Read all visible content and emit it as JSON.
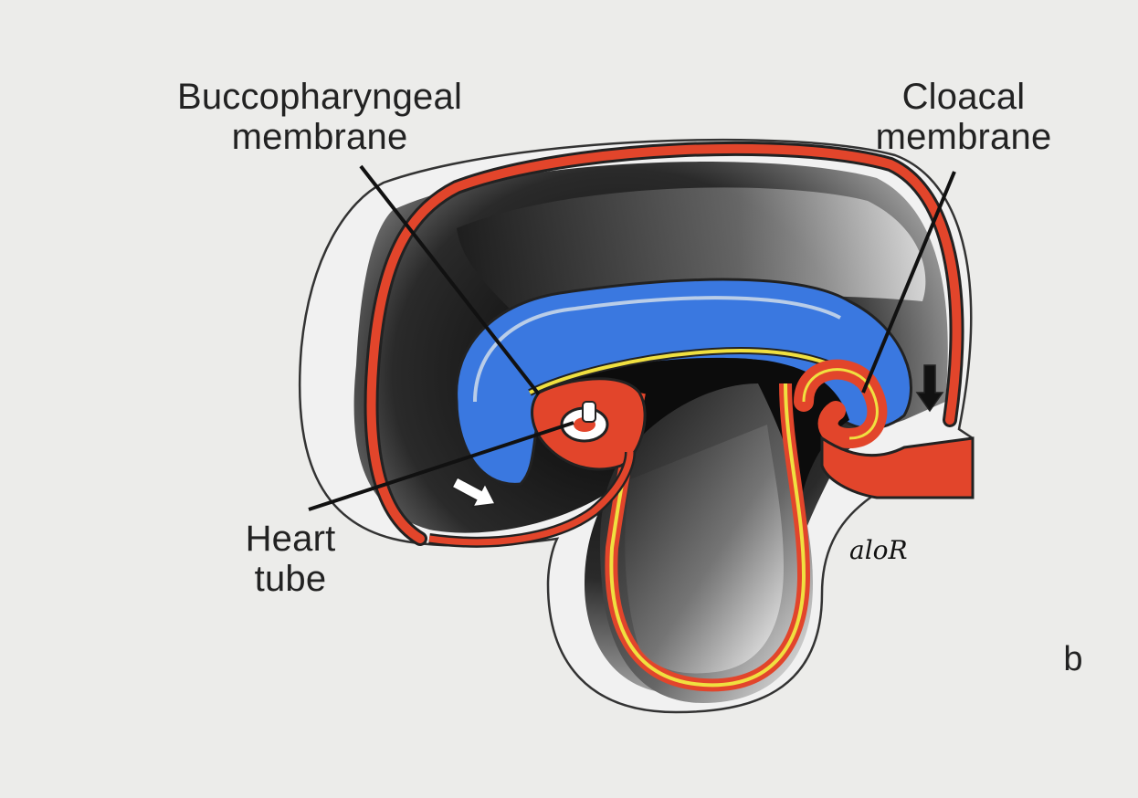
{
  "labels": {
    "buccopharyngeal": [
      "Buccopharyngeal",
      "membrane"
    ],
    "cloacal": [
      "Cloacal",
      "membrane"
    ],
    "heart": [
      "Heart",
      "tube"
    ],
    "panel": "b",
    "signature": "aloR"
  },
  "colors": {
    "background": "#ececea",
    "ectoderm": "#e2452b",
    "endoderm": "#f0e040",
    "amnion_cavity": "#3a78e0",
    "cavity_dark": "#111111",
    "arrow": "#ffffff",
    "outline": "#222222"
  },
  "icons": [
    "arrow-down-icon",
    "arrow-right-icon"
  ]
}
